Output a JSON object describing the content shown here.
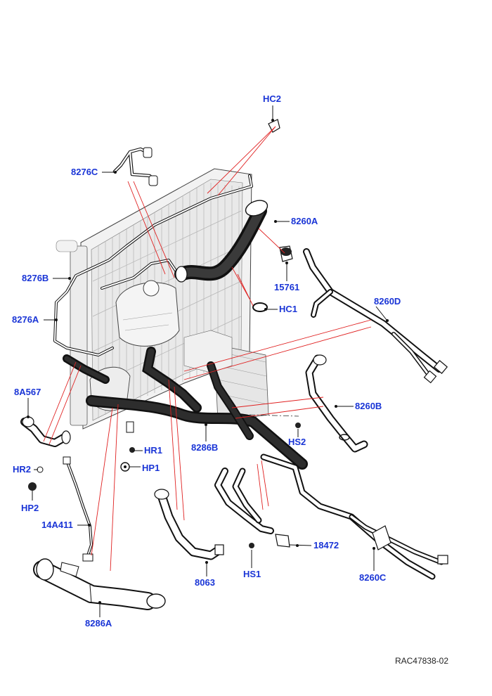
{
  "diagram": {
    "reference_code": "RAC47838-02",
    "callouts": {
      "hc2": "HC2",
      "c8276c": "8276C",
      "c8260a": "8260A",
      "c15761": "15761",
      "c8276b": "8276B",
      "hc1": "HC1",
      "c8260d": "8260D",
      "c8276a": "8276A",
      "c8a567": "8A567",
      "c8260b": "8260B",
      "hs2": "HS2",
      "hr1": "HR1",
      "c8286b": "8286B",
      "hr2": "HR2",
      "hp1": "HP1",
      "hp2": "HP2",
      "c14a411": "14A411",
      "c18472": "18472",
      "c8063": "8063",
      "hs1": "HS1",
      "c8260c": "8260C",
      "c8286a": "8286A"
    },
    "colors": {
      "callout_text": "#1a35d6",
      "leader_line": "#111111",
      "reference_line": "#e02020"
    }
  }
}
